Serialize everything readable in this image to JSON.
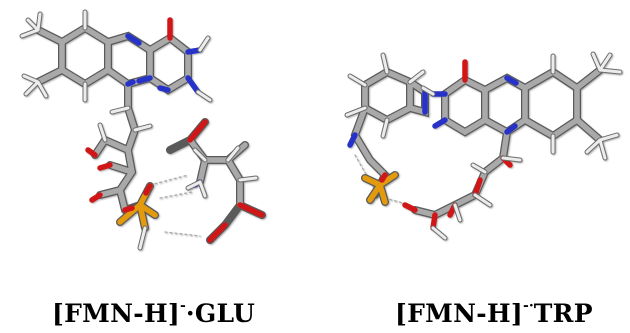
{
  "captions": {
    "left": {
      "main": "[FMN-H]",
      "sup": "-",
      "tail": "·GLU"
    },
    "right": {
      "main": "[FMN-H]",
      "sup": "-·",
      "tail": "TRP"
    }
  },
  "palette": {
    "carbon": "#8f8f8f",
    "hydrogen": "#e6e6e6",
    "nitrogen": "#2630c8",
    "oxygen": "#d01818",
    "phosphorus": "#e39a10",
    "hbond": "#999999"
  }
}
